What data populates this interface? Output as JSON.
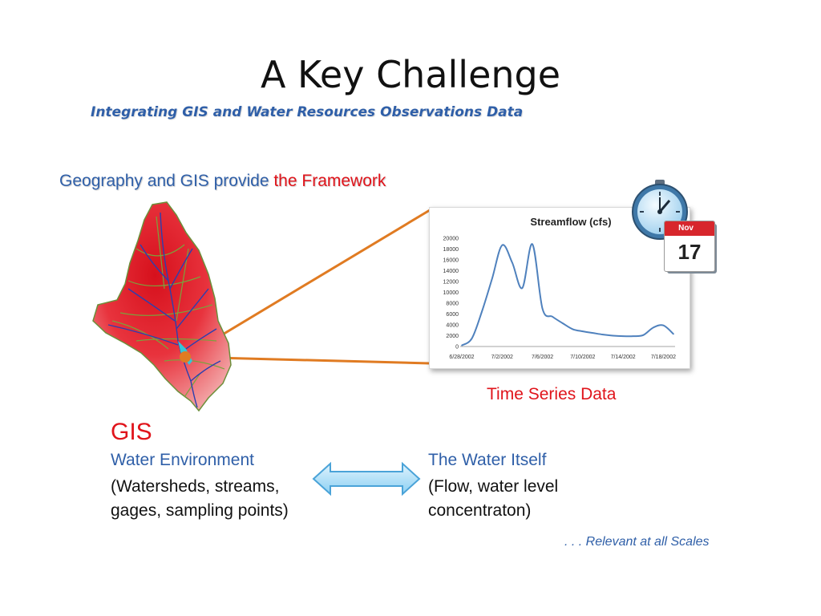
{
  "slide": {
    "title": "A Key Challenge",
    "subtitle": "Integrating GIS and Water Resources Observations Data",
    "framework_prefix": "Geography and GIS provide ",
    "framework_highlight": "the Framework",
    "time_series_label": "Time Series Data",
    "gis_heading": "GIS",
    "water_environment": "Water Environment",
    "water_environment_line1": "(Watersheds, streams,",
    "water_environment_line2": "gages, sampling points)",
    "water_itself": "The Water Itself",
    "water_itself_line1": "(Flow, water level",
    "water_itself_line2": "concentraton)",
    "relevant": ". . . Relevant at all Scales"
  },
  "calendar": {
    "month": "Nov",
    "day": "17"
  },
  "colors": {
    "accent_blue": "#2f5fa8",
    "accent_red": "#e0141b",
    "connector_orange": "#e07b22",
    "series_blue": "#4f81bd"
  },
  "icons": [
    "clock-icon",
    "calendar-icon",
    "double-arrow-icon",
    "watershed-map"
  ],
  "chart_data": {
    "type": "line",
    "title": "Streamflow (cfs)",
    "xlabel": "",
    "ylabel": "",
    "x": [
      "6/28/2002",
      "6/29/2002",
      "6/30/2002",
      "7/1/2002",
      "7/2/2002",
      "7/3/2002",
      "7/4/2002",
      "7/5/2002",
      "7/6/2002",
      "7/7/2002",
      "7/8/2002",
      "7/9/2002",
      "7/10/2002",
      "7/11/2002",
      "7/12/2002",
      "7/13/2002",
      "7/14/2002",
      "7/15/2002",
      "7/16/2002",
      "7/17/2002",
      "7/18/2002",
      "7/19/2002"
    ],
    "values": [
      200,
      1500,
      6500,
      12500,
      18700,
      15500,
      10800,
      18900,
      7000,
      5500,
      4300,
      3200,
      2800,
      2500,
      2200,
      2000,
      1900,
      1900,
      2100,
      3500,
      3900,
      2300
    ],
    "xticks": [
      "6/28/2002",
      "7/2/2002",
      "7/6/2002",
      "7/10/2002",
      "7/14/2002",
      "7/18/2002"
    ],
    "yticks": [
      0,
      2000,
      4000,
      6000,
      8000,
      10000,
      12000,
      14000,
      16000,
      18000,
      20000
    ],
    "ylim": [
      0,
      20000
    ],
    "grid": false,
    "legend": "none"
  }
}
